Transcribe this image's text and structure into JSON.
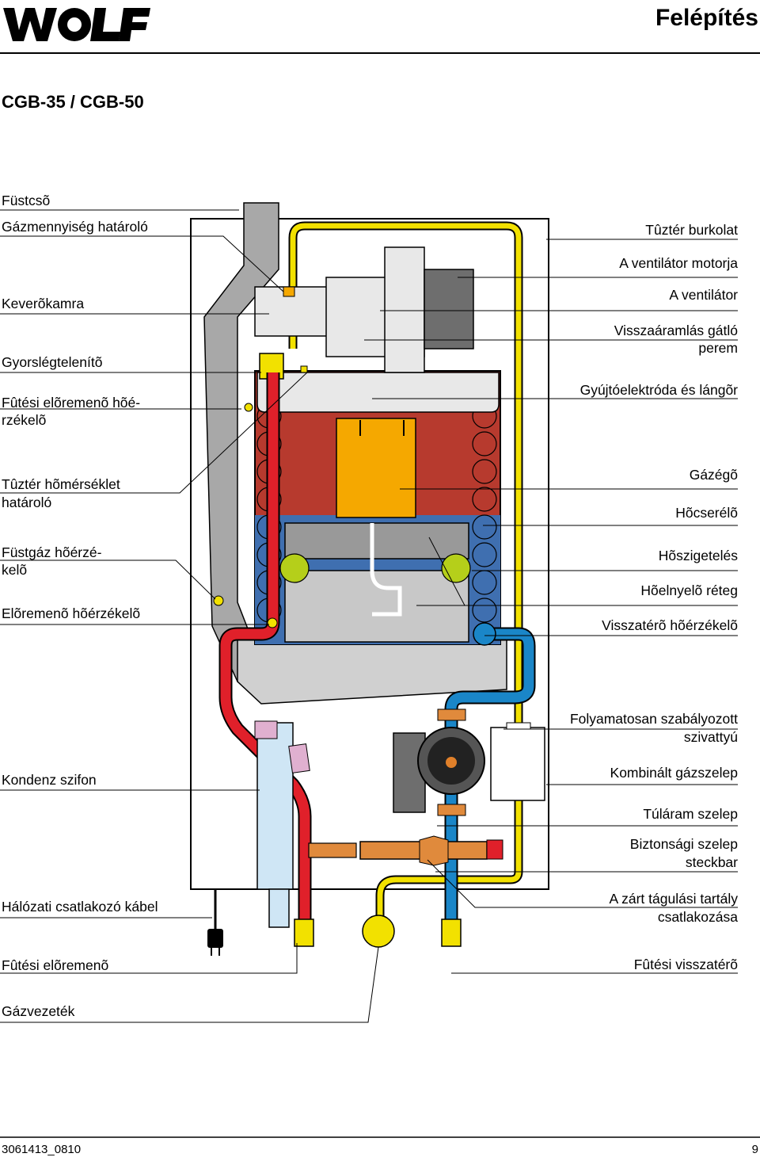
{
  "header": {
    "logo_text": "WOLF",
    "title": "Felépítés"
  },
  "subtitle": "CGB-35 / CGB-50",
  "labels_left": [
    "Füstcsõ",
    "Gázmennyiség határoló",
    "Keverõkamra",
    "Gyorslégtelenítõ",
    [
      "Fûtési elõremenõ hõé-",
      "rzékelõ"
    ],
    [
      "Tûztér hõmérséklet",
      "határoló"
    ],
    [
      "Füstgáz hõérzé-",
      "kelõ"
    ],
    "Elõremenõ hõérzékelõ",
    "Kondenz szifon",
    "Hálózati csatlakozó kábel",
    "Fûtési elõremenõ",
    "Gázvezeték"
  ],
  "labels_right": [
    "Tûztér burkolat",
    "A ventilátor motorja",
    "A ventilátor",
    [
      "Visszaáramlás gátló",
      "perem"
    ],
    "Gyújtóelektróda és lángõr",
    "Gázégõ",
    "Hõcserélõ",
    "Hõszigetelés",
    "Hõelnyelõ réteg",
    "Visszatérõ hõérzékelõ",
    [
      "Folyamatosan szabályozott",
      "szivattyú"
    ],
    "Kombinált gázszelep",
    "Túláram szelep",
    [
      "Biztonsági szelep",
      "steckbar"
    ],
    [
      "A zárt tágulási tartály",
      "csatlakozása"
    ],
    "Fûtési visszatérõ"
  ],
  "footer": {
    "code": "3061413_0810",
    "page": "9"
  },
  "colors": {
    "flow_red": "#e0202a",
    "return_blue": "#1a86c8",
    "gas_yellow": "#f2e100",
    "flue_gray": "#a8a8a8",
    "burner_orange": "#f5a800",
    "brass": "#e08a3c",
    "hydraulic_lightblue": "#cfe6f5"
  }
}
